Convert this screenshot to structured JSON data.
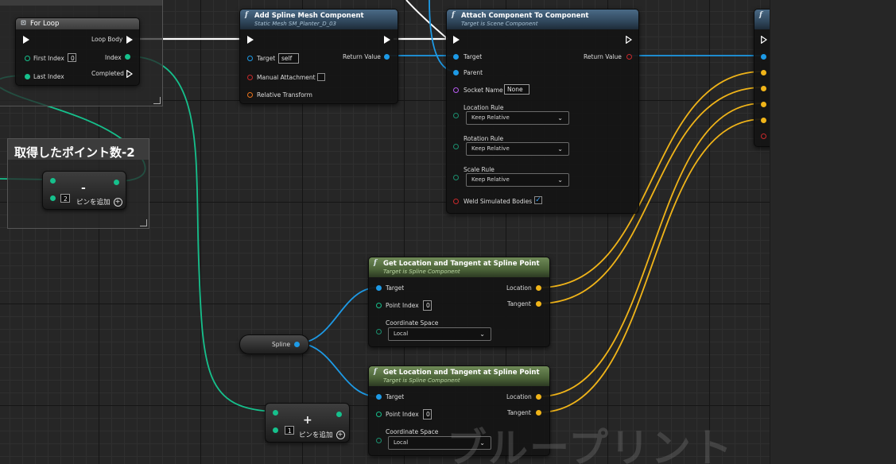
{
  "comment_top": {
    "title": ""
  },
  "comment_points": {
    "title": "取得したポイント数-2"
  },
  "for_loop": {
    "title": "For Loop",
    "first_index_label": "First Index",
    "first_index_value": "0",
    "last_index_label": "Last Index",
    "loop_body_label": "Loop Body",
    "index_label": "Index",
    "completed_label": "Completed"
  },
  "subtract_node": {
    "symbol": "-",
    "value": "2",
    "add_pin_label": "ピンを追加"
  },
  "add_node": {
    "symbol": "+",
    "value": "1",
    "add_pin_label": "ピンを追加"
  },
  "add_spline_mesh": {
    "title": "Add Spline Mesh Component",
    "subtitle": "Static Mesh SM_Planter_D_03",
    "target_label": "Target",
    "target_value": "self",
    "manual_attachment_label": "Manual Attachment",
    "relative_transform_label": "Relative Transform",
    "return_value_label": "Return Value"
  },
  "attach_component": {
    "title": "Attach Component To Component",
    "subtitle": "Target is Scene Component",
    "target_label": "Target",
    "parent_label": "Parent",
    "socket_name_label": "Socket Name",
    "socket_name_value": "None",
    "location_rule_label": "Location Rule",
    "location_rule_value": "Keep Relative",
    "rotation_rule_label": "Rotation Rule",
    "rotation_rule_value": "Keep Relative",
    "scale_rule_label": "Scale Rule",
    "scale_rule_value": "Keep Relative",
    "weld_label": "Weld Simulated Bodies",
    "weld_checked": true,
    "return_value_label": "Return Value"
  },
  "get_loc_tan_1": {
    "title": "Get Location and Tangent at Spline Point",
    "subtitle": "Target is Spline Component",
    "target_label": "Target",
    "point_index_label": "Point Index",
    "point_index_value": "0",
    "coordinate_space_label": "Coordinate Space",
    "coordinate_space_value": "Local",
    "location_label": "Location",
    "tangent_label": "Tangent"
  },
  "get_loc_tan_2": {
    "title": "Get Location and Tangent at Spline Point",
    "subtitle": "Target is Spline Component",
    "target_label": "Target",
    "point_index_label": "Point Index",
    "point_index_value": "0",
    "coordinate_space_label": "Coordinate Space",
    "coordinate_space_value": "Local",
    "location_label": "Location",
    "tangent_label": "Tangent"
  },
  "spline_var": {
    "label": "Spline"
  },
  "watermark": {
    "text": "ブループリント"
  },
  "colors": {
    "exec": "#ffffff",
    "object": "#1d9ae6",
    "integer": "#16c08c",
    "vector": "#f0b419",
    "boolean": "#c8292b",
    "transform": "#e8731c",
    "name": "#b75cf0"
  }
}
